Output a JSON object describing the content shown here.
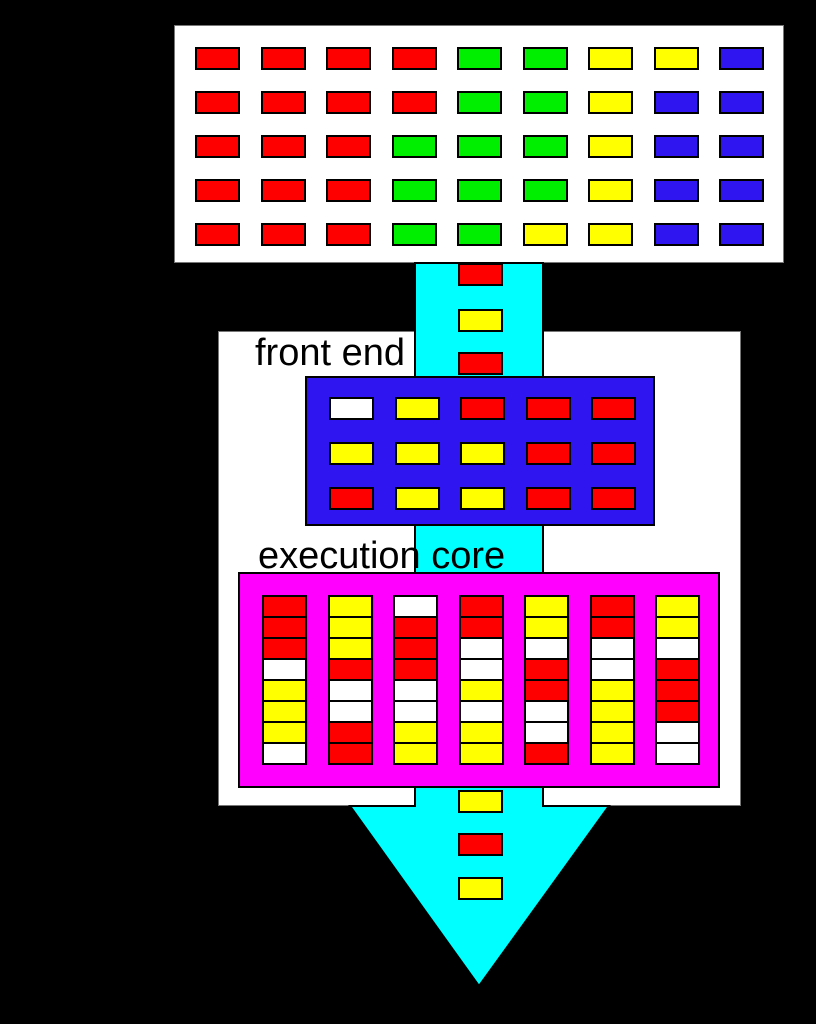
{
  "palette": {
    "R": "#ff0000",
    "G": "#00ef00",
    "Y": "#ffff00",
    "B": "#2f16f0",
    "W": "#ffffff"
  },
  "colors": {
    "background": "#000000",
    "panel": "#ffffff",
    "arrow": "#00ffff",
    "front_end_box": "#2f16f0",
    "execution_core_box": "#ff00ff"
  },
  "top_grid": {
    "rows": [
      [
        "R",
        "R",
        "R",
        "R",
        "G",
        "G",
        "Y",
        "Y",
        "B"
      ],
      [
        "R",
        "R",
        "R",
        "R",
        "G",
        "G",
        "Y",
        "B",
        "B"
      ],
      [
        "R",
        "R",
        "R",
        "G",
        "G",
        "G",
        "Y",
        "B",
        "B"
      ],
      [
        "R",
        "R",
        "R",
        "G",
        "G",
        "G",
        "Y",
        "B",
        "B"
      ],
      [
        "R",
        "R",
        "R",
        "G",
        "G",
        "Y",
        "Y",
        "B",
        "B"
      ]
    ]
  },
  "front_end": {
    "label": "front end",
    "rows": [
      [
        "W",
        "Y",
        "R",
        "R",
        "R"
      ],
      [
        "Y",
        "Y",
        "Y",
        "R",
        "R"
      ],
      [
        "R",
        "Y",
        "Y",
        "R",
        "R"
      ]
    ]
  },
  "execution_core": {
    "label": "execution core",
    "columns": [
      [
        "R",
        "R",
        "R",
        "W",
        "Y",
        "Y",
        "Y",
        "W"
      ],
      [
        "Y",
        "Y",
        "Y",
        "R",
        "W",
        "W",
        "R",
        "R"
      ],
      [
        "W",
        "R",
        "R",
        "R",
        "W",
        "W",
        "Y",
        "Y"
      ],
      [
        "R",
        "R",
        "W",
        "W",
        "Y",
        "W",
        "Y",
        "Y"
      ],
      [
        "Y",
        "Y",
        "W",
        "R",
        "R",
        "W",
        "W",
        "R"
      ],
      [
        "R",
        "R",
        "W",
        "W",
        "Y",
        "Y",
        "Y",
        "Y"
      ],
      [
        "Y",
        "Y",
        "W",
        "R",
        "R",
        "R",
        "W",
        "W"
      ]
    ]
  },
  "arrow": {
    "top_cells": [
      "R",
      "Y",
      "R"
    ],
    "bottom_cells": [
      "Y",
      "R",
      "Y"
    ]
  }
}
